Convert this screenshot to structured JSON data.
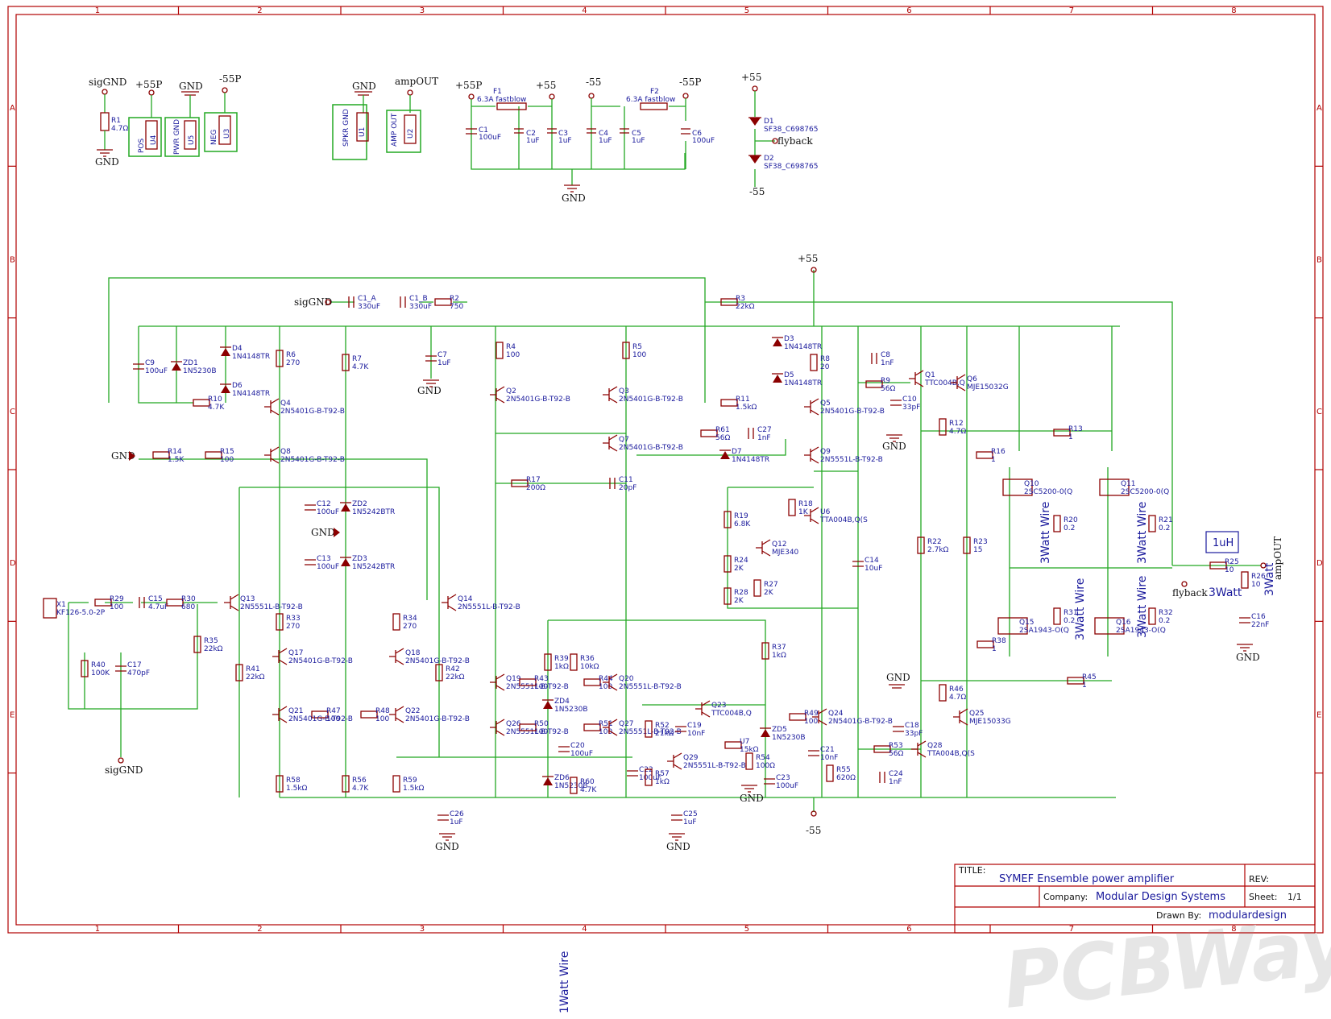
{
  "title_block": {
    "title_label": "TITLE:",
    "title": "SYMEF Ensemble power amplifier",
    "rev_label": "REV:",
    "company_label": "Company:",
    "company": "Modular Design Systems",
    "sheet_label": "Sheet:",
    "sheet": "1/1",
    "drawn_label": "Drawn By:",
    "drawn_by": "modulardesign"
  },
  "grid": {
    "cols": [
      "1",
      "2",
      "3",
      "4",
      "5",
      "6",
      "7",
      "8"
    ],
    "rows": [
      "A",
      "B",
      "C",
      "D",
      "E"
    ]
  },
  "watermark": "PCBWay",
  "annotation": "1Watt Wire",
  "inductor_box": "1uH",
  "nets": [
    "sigGND",
    "+55P",
    "GND",
    "-55P",
    "GND",
    "ampOUT",
    "+55P",
    "+55",
    "-55",
    "-55P",
    "+55",
    "flyback",
    "-55",
    "+55",
    "sigGND",
    "GND",
    "GND",
    "GND",
    "GND",
    "GND",
    "GND",
    "-55",
    "GND",
    "sigGND",
    "ampOUT",
    "flyback",
    "GND",
    "GND",
    "GND",
    "GND"
  ],
  "connectors": [
    {
      "ref": "R1",
      "val": "4.7Ω"
    },
    {
      "ref": "U4",
      "name": "POS"
    },
    {
      "ref": "U5",
      "name": "PWR GND"
    },
    {
      "ref": "U3",
      "name": "NEG"
    },
    {
      "ref": "U1",
      "name": "SPKR GND"
    },
    {
      "ref": "U2",
      "name": "AMP OUT"
    }
  ],
  "parts": [
    {
      "ref": "F1",
      "val": "6.3A fastblow"
    },
    {
      "ref": "F2",
      "val": "6.3A fastblow"
    },
    {
      "ref": "C1",
      "val": "100uF"
    },
    {
      "ref": "C2",
      "val": "1uF"
    },
    {
      "ref": "C3",
      "val": "1uF"
    },
    {
      "ref": "C4",
      "val": "1uF"
    },
    {
      "ref": "C5",
      "val": "1uF"
    },
    {
      "ref": "C6",
      "val": "100uF"
    },
    {
      "ref": "D1",
      "val": "SF38_C698765"
    },
    {
      "ref": "D2",
      "val": "SF38_C698765"
    },
    {
      "ref": "C1_A",
      "val": "330uF"
    },
    {
      "ref": "C1_B",
      "val": "330uF"
    },
    {
      "ref": "R2",
      "val": "750"
    },
    {
      "ref": "R3",
      "val": "22kΩ"
    },
    {
      "ref": "C9",
      "val": "100uF"
    },
    {
      "ref": "ZD1",
      "val": "1N5230B"
    },
    {
      "ref": "D4",
      "val": "1N4148TR"
    },
    {
      "ref": "D6",
      "val": "1N4148TR"
    },
    {
      "ref": "R6",
      "val": "270"
    },
    {
      "ref": "R7",
      "val": "4.7K"
    },
    {
      "ref": "C7",
      "val": "1uF"
    },
    {
      "ref": "R10",
      "val": "4.7K"
    },
    {
      "ref": "R14",
      "val": "1.5K"
    },
    {
      "ref": "R15",
      "val": "100"
    },
    {
      "ref": "Q4",
      "val": "2N5401G-B-T92-B"
    },
    {
      "ref": "Q8",
      "val": "2N5401G-B-T92-B"
    },
    {
      "ref": "R4",
      "val": "100"
    },
    {
      "ref": "R5",
      "val": "100"
    },
    {
      "ref": "Q2",
      "val": "2N5401G-B-T92-B"
    },
    {
      "ref": "Q3",
      "val": "2N5401G-B-T92-B"
    },
    {
      "ref": "Q7",
      "val": "2N5401G-B-T92-B"
    },
    {
      "ref": "R17",
      "val": "200Ω"
    },
    {
      "ref": "C11",
      "val": "20pF"
    },
    {
      "ref": "D3",
      "val": "1N4148TR"
    },
    {
      "ref": "D5",
      "val": "1N4148TR"
    },
    {
      "ref": "R8",
      "val": "20"
    },
    {
      "ref": "R11",
      "val": "1.5kΩ"
    },
    {
      "ref": "Q5",
      "val": "2N5401G-B-T92-B"
    },
    {
      "ref": "R61",
      "val": "56Ω"
    },
    {
      "ref": "C27",
      "val": "1nF"
    },
    {
      "ref": "D7",
      "val": "1N4148TR"
    },
    {
      "ref": "Q9",
      "val": "2N5551L-B-T92-B"
    },
    {
      "ref": "C8",
      "val": "1nF"
    },
    {
      "ref": "R9",
      "val": "56Ω"
    },
    {
      "ref": "C10",
      "val": "33pF"
    },
    {
      "ref": "Q1",
      "val": "TTC004B,Q"
    },
    {
      "ref": "Q6",
      "val": "MJE15032G"
    },
    {
      "ref": "R12",
      "val": "4.7Ω"
    },
    {
      "ref": "R13",
      "val": "1"
    },
    {
      "ref": "R16",
      "val": "1"
    },
    {
      "ref": "Q10",
      "val": "2SC5200-0(Q"
    },
    {
      "ref": "Q11",
      "val": "2SC5200-0(Q"
    },
    {
      "ref": "R20",
      "val": "0.2"
    },
    {
      "ref": "R21",
      "val": "0.2"
    },
    {
      "ref": "C12",
      "val": "100uF"
    },
    {
      "ref": "ZD2",
      "val": "1N5242BTR"
    },
    {
      "ref": "C13",
      "val": "100uF"
    },
    {
      "ref": "ZD3",
      "val": "1N5242BTR"
    },
    {
      "ref": "R19",
      "val": "6.8K"
    },
    {
      "ref": "R18",
      "val": "1K"
    },
    {
      "ref": "U6",
      "val": "TTA004B,Q(S"
    },
    {
      "ref": "Q12",
      "val": "MJE340"
    },
    {
      "ref": "R24",
      "val": "2K"
    },
    {
      "ref": "R27",
      "val": "2K"
    },
    {
      "ref": "R28",
      "val": "2K"
    },
    {
      "ref": "C14",
      "val": "10uF"
    },
    {
      "ref": "R22",
      "val": "2.7kΩ"
    },
    {
      "ref": "R23",
      "val": "15"
    },
    {
      "ref": "X1",
      "val": "KF126-5.0-2P"
    },
    {
      "ref": "R29",
      "val": "100"
    },
    {
      "ref": "C15",
      "val": "4.7uF"
    },
    {
      "ref": "R30",
      "val": "680"
    },
    {
      "ref": "Q13",
      "val": "2N5551L-B-T92-B"
    },
    {
      "ref": "Q14",
      "val": "2N5551L-B-T92-B"
    },
    {
      "ref": "R35",
      "val": "22kΩ"
    },
    {
      "ref": "R40",
      "val": "100K"
    },
    {
      "ref": "C17",
      "val": "470pF"
    },
    {
      "ref": "R33",
      "val": "270"
    },
    {
      "ref": "R34",
      "val": "270"
    },
    {
      "ref": "Q17",
      "val": "2N5401G-B-T92-B"
    },
    {
      "ref": "Q18",
      "val": "2N5401G-B-T92-B"
    },
    {
      "ref": "R41",
      "val": "22kΩ"
    },
    {
      "ref": "R42",
      "val": "22kΩ"
    },
    {
      "ref": "R47",
      "val": "100"
    },
    {
      "ref": "R48",
      "val": "100"
    },
    {
      "ref": "Q21",
      "val": "2N5401G-B-T92-B"
    },
    {
      "ref": "Q22",
      "val": "2N5401G-B-T92-B"
    },
    {
      "ref": "R58",
      "val": "1.5kΩ"
    },
    {
      "ref": "R56",
      "val": "4.7K"
    },
    {
      "ref": "R59",
      "val": "1.5kΩ"
    },
    {
      "ref": "C26",
      "val": "1uF"
    },
    {
      "ref": "Q19",
      "val": "2N5551L-B-T92-B"
    },
    {
      "ref": "R43",
      "val": "100"
    },
    {
      "ref": "R39",
      "val": "1kΩ"
    },
    {
      "ref": "R36",
      "val": "10kΩ"
    },
    {
      "ref": "R44",
      "val": "100"
    },
    {
      "ref": "Q20",
      "val": "2N5551L-B-T92-B"
    },
    {
      "ref": "ZD4",
      "val": "1N5230B"
    },
    {
      "ref": "Q26",
      "val": "2N5551L-B-T92-B"
    },
    {
      "ref": "R50",
      "val": "100"
    },
    {
      "ref": "C20",
      "val": "100uF"
    },
    {
      "ref": "R51",
      "val": "100"
    },
    {
      "ref": "Q27",
      "val": "2N5551L-B-T92-B"
    },
    {
      "ref": "ZD6",
      "val": "1N5230B"
    },
    {
      "ref": "R60",
      "val": "4.7K"
    },
    {
      "ref": "R37",
      "val": "1kΩ"
    },
    {
      "ref": "R52",
      "val": "21kΩ"
    },
    {
      "ref": "C19",
      "val": "10nF"
    },
    {
      "ref": "Q23",
      "val": "TTC004B,Q"
    },
    {
      "ref": "U7",
      "val": "15kΩ"
    },
    {
      "ref": "R54",
      "val": "100Ω"
    },
    {
      "ref": "ZD5",
      "val": "1N5230B"
    },
    {
      "ref": "C22",
      "val": "100uF"
    },
    {
      "ref": "R57",
      "val": "1kΩ"
    },
    {
      "ref": "Q29",
      "val": "2N5551L-B-T92-B"
    },
    {
      "ref": "C23",
      "val": "100uF"
    },
    {
      "ref": "C25",
      "val": "1uF"
    },
    {
      "ref": "R49",
      "val": "100"
    },
    {
      "ref": "Q24",
      "val": "2N5401G-B-T92-B"
    },
    {
      "ref": "C21",
      "val": "10nF"
    },
    {
      "ref": "R55",
      "val": "620Ω"
    },
    {
      "ref": "R53",
      "val": "56Ω"
    },
    {
      "ref": "C24",
      "val": "1nF"
    },
    {
      "ref": "C18",
      "val": "33pF"
    },
    {
      "ref": "Q28",
      "val": "TTA004B,Q(S"
    },
    {
      "ref": "R46",
      "val": "4.7Ω"
    },
    {
      "ref": "Q25",
      "val": "MJE15033G"
    },
    {
      "ref": "R38",
      "val": "1"
    },
    {
      "ref": "R45",
      "val": "1"
    },
    {
      "ref": "Q15",
      "val": "2SA1943-O(Q"
    },
    {
      "ref": "Q16",
      "val": "2SA1943-O(Q"
    },
    {
      "ref": "R31",
      "val": "0.2"
    },
    {
      "ref": "R32",
      "val": "0.2"
    },
    {
      "ref": "R25",
      "val": "10"
    },
    {
      "ref": "R26",
      "val": "10"
    },
    {
      "ref": "C16",
      "val": "22nF"
    }
  ],
  "wire_notes": [
    "3Watt Wire",
    "3Watt Wire",
    "3Watt Wire",
    "3Watt Wire",
    "3Watt",
    "3Watt"
  ]
}
